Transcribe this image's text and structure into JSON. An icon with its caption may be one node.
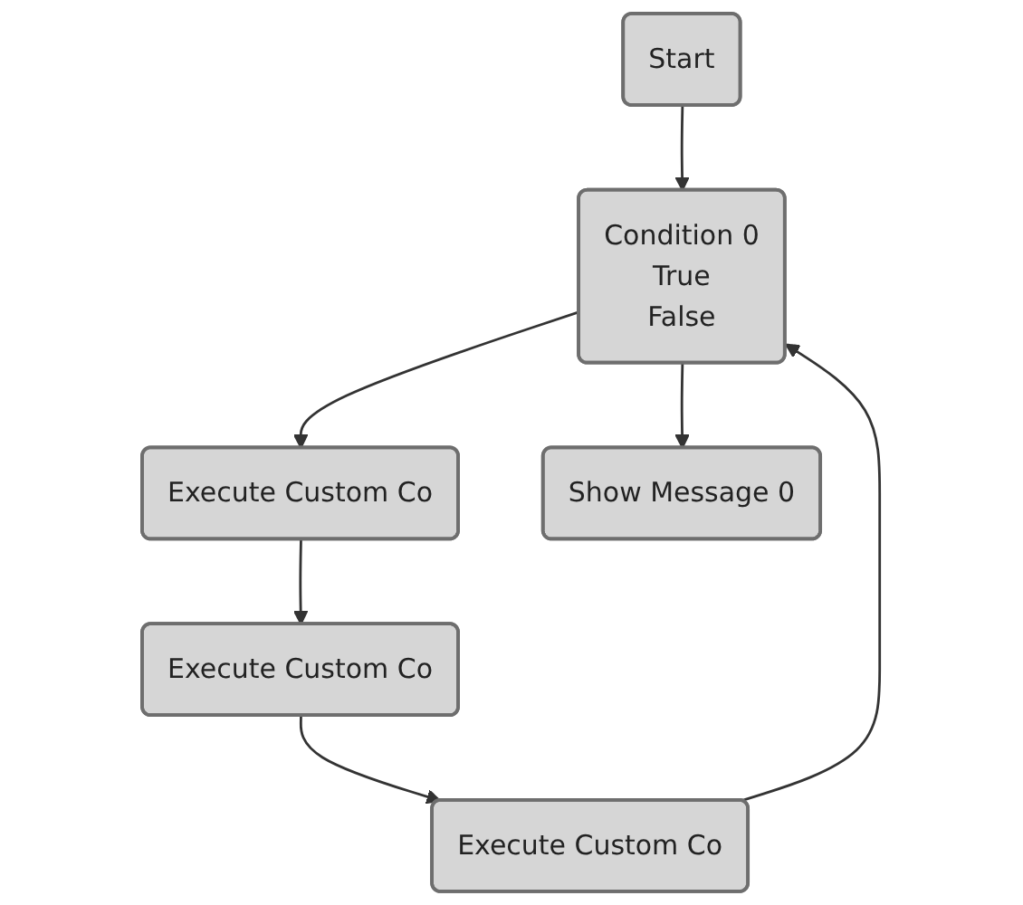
{
  "diagram": {
    "nodes": [
      {
        "text": [
          "Start"
        ]
      },
      {
        "text": [
          "Condition 0",
          "True",
          "False"
        ]
      },
      {
        "text": [
          "Execute Custom Co"
        ]
      },
      {
        "text": [
          "Execute Custom Co"
        ]
      },
      {
        "text": [
          "Execute Custom Co"
        ]
      },
      {
        "text": [
          "Show Message 0"
        ]
      }
    ],
    "edges": [
      {
        "from": 0,
        "to": 1,
        "arrow": "to"
      },
      {
        "from": 1,
        "to": 2,
        "arrow": "to"
      },
      {
        "from": 2,
        "to": 3,
        "arrow": "to"
      },
      {
        "from": 3,
        "to": 4,
        "arrow": "to"
      },
      {
        "from": 4,
        "to": 1,
        "arrow": "to"
      },
      {
        "from": 1,
        "to": 5,
        "arrow": "to"
      }
    ]
  }
}
